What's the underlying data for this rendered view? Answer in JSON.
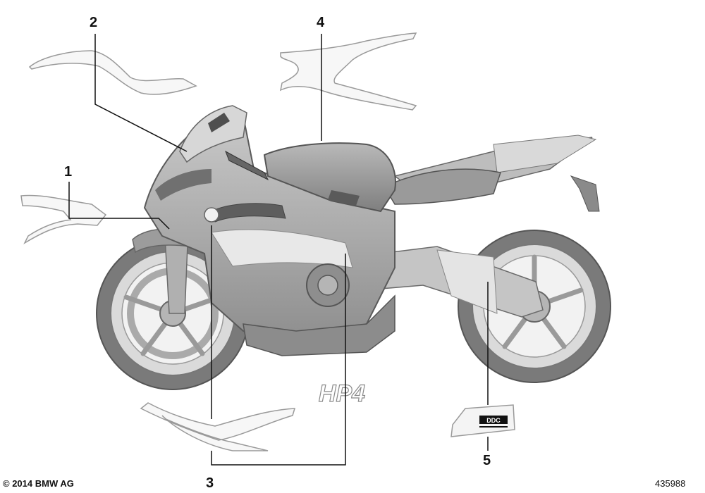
{
  "callouts": [
    {
      "number": "1"
    },
    {
      "number": "2"
    },
    {
      "number": "3"
    },
    {
      "number": "4"
    },
    {
      "number": "5"
    }
  ],
  "decals": {
    "hp4_logo": "HP4",
    "ddc_logo": "DDC"
  },
  "footer": {
    "copyright": "© 2014 BMW AG",
    "figure_number": "435988"
  },
  "colors": {
    "body_dark": "#8a8a8a",
    "body_mid": "#a8a8a8",
    "body_light": "#cfcfcf",
    "highlight": "#e9e9e9",
    "tire": "#6e6e6e",
    "leader_line": "#111111"
  }
}
